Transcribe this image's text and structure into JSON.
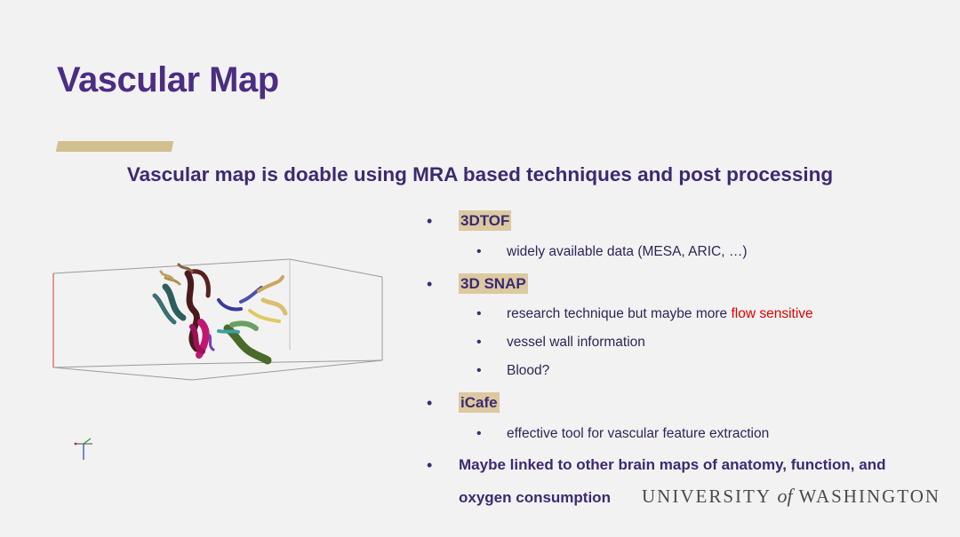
{
  "slide": {
    "title": "Vascular Map",
    "subtitle": "Vascular map is doable using MRA based techniques and post processing"
  },
  "bullets": [
    {
      "label": "3DTOF",
      "children": [
        "widely available data (MESA, ARIC, …)"
      ]
    },
    {
      "label": "3D SNAP",
      "children": [
        {
          "pre": "research technique but maybe more ",
          "highlight": "flow sensitive"
        },
        "vessel wall information",
        "Blood?"
      ]
    },
    {
      "label": "iCafe",
      "children": [
        "effective tool for vascular feature extraction"
      ]
    },
    {
      "label_line1": "Maybe linked to other brain maps of anatomy, function, and",
      "label_line2": "oxygen consumption"
    }
  ],
  "logo": {
    "pre": "UNIVERSITY ",
    "of": "of",
    "post": " WASHINGTON"
  },
  "colors": {
    "title": "#4b2e83",
    "accent_gold": "#d1bf8e",
    "highlight_red": "#e00000",
    "background": "#f2f2f2"
  },
  "figure": {
    "icon": "3d-vessel-render",
    "axes_icon": "xyz-axes-icon"
  }
}
